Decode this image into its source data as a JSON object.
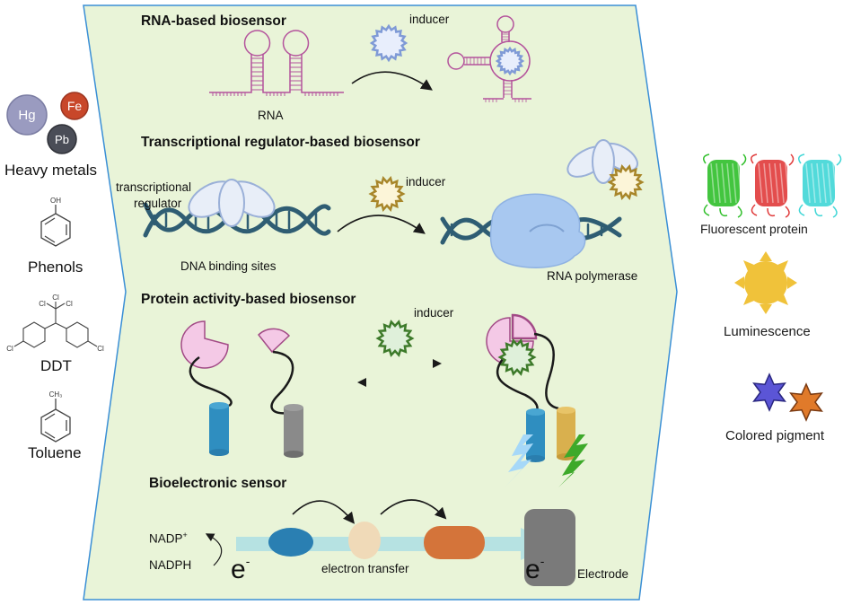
{
  "title": "Whole-cell biosensor types: analytes, sensing mechanisms and reporter outputs",
  "analytes": {
    "heavy_metals": {
      "label": "Heavy metals",
      "ions": [
        {
          "symbol": "Hg",
          "color": "#9a9bc0"
        },
        {
          "symbol": "Fe",
          "color": "#c8472a"
        },
        {
          "symbol": "Pb",
          "color": "#4a4d57"
        }
      ]
    },
    "phenols": {
      "label": "Phenols",
      "substituent": "OH"
    },
    "ddt": {
      "label": "DDT",
      "atoms": [
        "Cl",
        "Cl",
        "Cl",
        "Cl",
        "Cl"
      ]
    },
    "toluene": {
      "label": "Toluene",
      "substituent": "CH3"
    }
  },
  "panel": {
    "fill": "#e9f4d8",
    "border": "#3a8fd6",
    "rna": {
      "title": "RNA-based biosensor",
      "inducer_label": "inducer",
      "rna_label": "RNA",
      "rna_color": "#b4539c",
      "inducer_color": "#7f9ad6"
    },
    "transcriptional": {
      "title": "Transcriptional regulator-based biosensor",
      "regulator_label_line1": "transcriptional",
      "regulator_label_line2": "regulator",
      "inducer_label": "inducer",
      "dna_label": "DNA binding sites",
      "polymerase_label": "RNA polymerase",
      "dna_color": "#2f5d73",
      "inducer_color": "#a8862a"
    },
    "protein": {
      "title": "Protein activity-based biosensor",
      "inducer_label": "inducer",
      "inducer_color": "#3d7a2a",
      "domain_color": "#f4c9e6"
    },
    "bioelectronic": {
      "title": "Bioelectronic sensor",
      "nadp_label": "NADP",
      "nadp_sup": "+",
      "nadph_label": "NADPH",
      "electron_label": "e",
      "electron_sup": "-",
      "transfer_label": "electron transfer",
      "electrode_label": "Electrode",
      "electrode_electron_label": "e",
      "electrode_electron_sup": "-"
    }
  },
  "outputs": {
    "fluorescent": {
      "label": "Fluorescent protein",
      "colors": [
        "#2fbf2a",
        "#e03a3a",
        "#3fd6d6"
      ]
    },
    "luminescence": {
      "label": "Luminescence",
      "color": "#f0c23a"
    },
    "pigment": {
      "label": "Colored pigment",
      "colors": [
        "#5b55d6",
        "#e07a2a"
      ]
    }
  }
}
